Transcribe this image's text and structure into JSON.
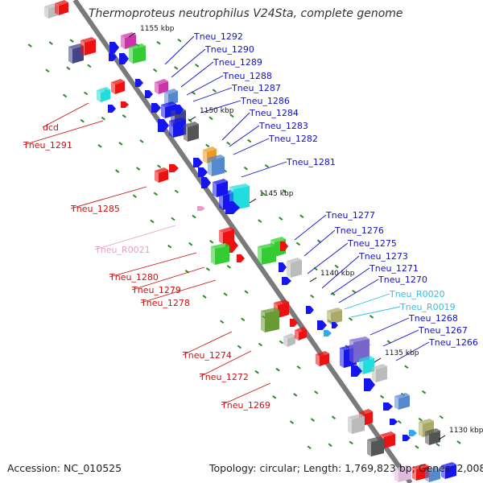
{
  "title": "Thermoproteus neutrophilus V24Sta, complete genome",
  "footer": {
    "accession": "Accession: NC_010525",
    "summary": "Topology: circular; Length: 1,769,823 bp; Genes: 2,008"
  },
  "colors": {
    "axis": "#7a7a7a",
    "label_blue": "#1010cc",
    "label_red": "#cc1111",
    "label_pink": "#e8a0c8",
    "label_cyan": "#30c0e8",
    "tick": "#2a8a2a"
  },
  "scale_marks": [
    {
      "label": "1155 kbp"
    },
    {
      "label": "1150 kbp"
    },
    {
      "label": "1145 kbp"
    },
    {
      "label": "1140 kbp"
    },
    {
      "label": "1135 kbp"
    },
    {
      "label": "1130 kbp"
    }
  ],
  "gene_labels_right": [
    {
      "text": "Tneu_1292",
      "color": "blue"
    },
    {
      "text": "Tneu_1290",
      "color": "blue"
    },
    {
      "text": "Tneu_1289",
      "color": "blue"
    },
    {
      "text": "Tneu_1288",
      "color": "blue"
    },
    {
      "text": "Tneu_1287",
      "color": "blue"
    },
    {
      "text": "Tneu_1286",
      "color": "blue"
    },
    {
      "text": "Tneu_1284",
      "color": "blue"
    },
    {
      "text": "Tneu_1283",
      "color": "blue"
    },
    {
      "text": "Tneu_1282",
      "color": "blue"
    },
    {
      "text": "Tneu_1281",
      "color": "blue"
    },
    {
      "text": "Tneu_1277",
      "color": "blue"
    },
    {
      "text": "Tneu_1276",
      "color": "blue"
    },
    {
      "text": "Tneu_1275",
      "color": "blue"
    },
    {
      "text": "Tneu_1273",
      "color": "blue"
    },
    {
      "text": "Tneu_1271",
      "color": "blue"
    },
    {
      "text": "Tneu_1270",
      "color": "blue"
    },
    {
      "text": "Tneu_R0020",
      "color": "cyan"
    },
    {
      "text": "Tneu_R0019",
      "color": "cyan"
    },
    {
      "text": "Tneu_1268",
      "color": "blue"
    },
    {
      "text": "Tneu_1267",
      "color": "blue"
    },
    {
      "text": "Tneu_1266",
      "color": "blue"
    }
  ],
  "gene_labels_left": [
    {
      "text": "dcd",
      "color": "red"
    },
    {
      "text": "Tneu_1291",
      "color": "red"
    },
    {
      "text": "Tneu_1285",
      "color": "red"
    },
    {
      "text": "Tneu_R0021",
      "color": "pink"
    },
    {
      "text": "Tneu_1280",
      "color": "red"
    },
    {
      "text": "Tneu_1279",
      "color": "red"
    },
    {
      "text": "Tneu_1278",
      "color": "red"
    },
    {
      "text": "Tneu_1274",
      "color": "red"
    },
    {
      "text": "Tneu_1272",
      "color": "red"
    },
    {
      "text": "Tneu_1269",
      "color": "red"
    }
  ]
}
